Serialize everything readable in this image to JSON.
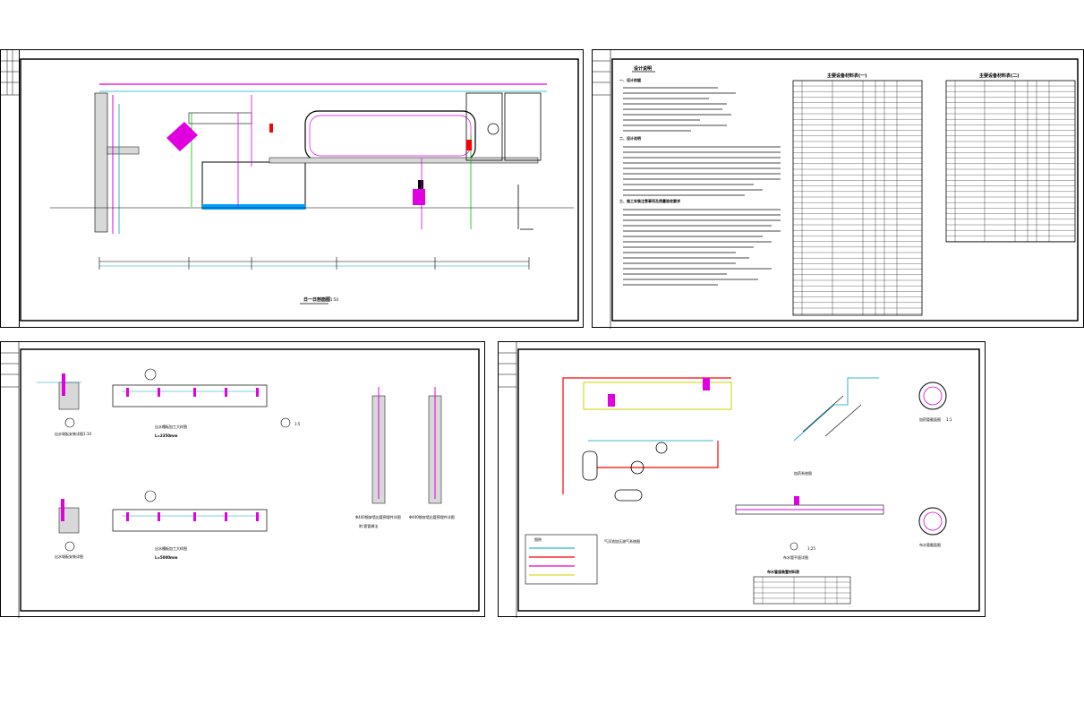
{
  "sheet1": {
    "view_title": "日一日剖面图",
    "view_scale": "1:50"
  },
  "sheet2": {
    "design_title": "设计说明",
    "sections": [
      "一、设计依据",
      "二、设计说明",
      "三、施工安装注意事项及质量验收要求"
    ],
    "table1_title": "主要设备材料表(一)",
    "table2_title": "主要设备材料表(二)"
  },
  "sheet3": {
    "detail_a_label": "出水堰板安装详图",
    "detail_b_label": "出水槽板加工大样图",
    "detail_b_len": "L=2350mm",
    "detail_c_label": "出水堰板安装详图",
    "detail_d_label": "出水槽板加工大样图",
    "detail_d_len": "L=5000mm",
    "pipe_a_label": "Φ400钢穿墙出管预埋件详图",
    "pipe_a_sub": "附:套管做法",
    "pipe_b_label": "Φ400钢穿墙出管预埋件详图",
    "scale_110": "1:10",
    "scale_15": "1:5"
  },
  "sheet4": {
    "air_system_label": "气浮池加压溶气系统图",
    "iso_label": "加药系统图",
    "section_label": "加药管截面图",
    "plan_label": "布水管平面详图",
    "section2_label": "布水管截面图",
    "legend_title": "图例",
    "table_title": "布水管道装置材料表",
    "scale_11": "1:1",
    "scale_125": "1:25"
  }
}
